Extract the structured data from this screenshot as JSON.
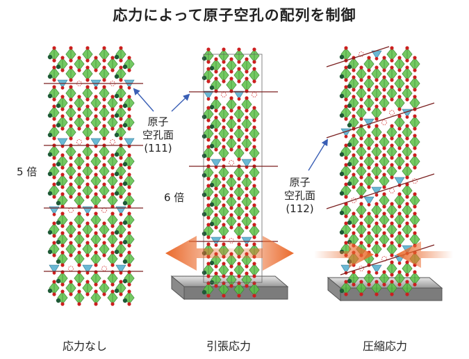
{
  "title": "応力によって原子空孔の配列を制御",
  "labels": {
    "period_unstrained": "5 倍",
    "period_tensile": "6 倍",
    "vacancy_plane_111": [
      "原子",
      "空孔面",
      "(111)"
    ],
    "vacancy_plane_112": [
      "原子",
      "空孔面",
      "(112)"
    ]
  },
  "captions": {
    "unstrained": "応力なし",
    "tensile": "引張応力",
    "compressive": "圧縮応力"
  },
  "colors": {
    "octahedron": "#5bbf46",
    "tetrahedron": "#5ab0cf",
    "oxygen": "#cc1f1f",
    "cation": "#1e5a36",
    "vacancy_plane": "#7a1f1f",
    "arrow": "#ea6a2c",
    "pointer": "#3a5fb5",
    "substrate": "#b5b5b5"
  },
  "icons": {
    "stress_arrow": "double-headed-arrow",
    "substrate": "substrate-slab",
    "pointer": "arrow-pointer"
  }
}
